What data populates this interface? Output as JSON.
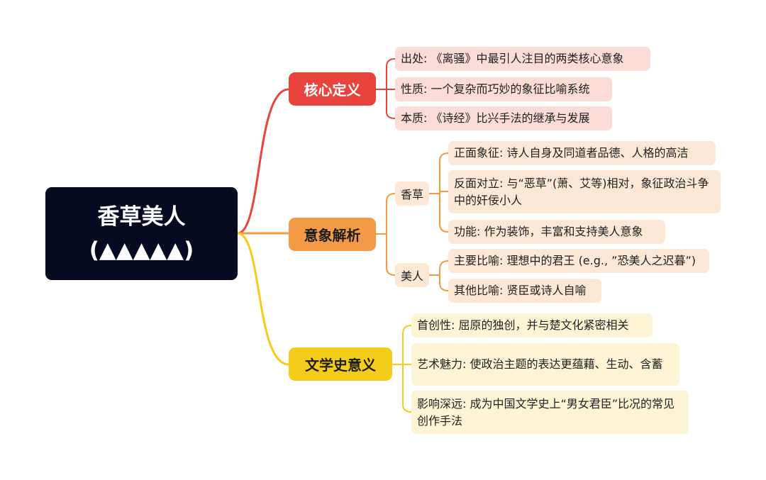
{
  "root": {
    "title": "香草美人",
    "rating": "(▲▲▲▲▲)"
  },
  "branches": [
    {
      "label": "核心定义",
      "color": "#e8443d",
      "items": [
        "出处: 《离骚》中最引人注目的两类核心意象",
        "性质: 一个复杂而巧妙的象征比喻系统",
        "本质: 《诗经》比兴手法的继承与发展"
      ]
    },
    {
      "label": "意象解析",
      "color": "#f29a46",
      "groups": [
        {
          "label": "香草",
          "items": [
            "正面象征: 诗人自身及同道者品德、人格的高洁",
            "反面对立: 与“恶草”(萧、艾等)相对，象征政治斗争中的奸佞小人",
            "功能: 作为装饰，丰富和支持美人意象"
          ]
        },
        {
          "label": "美人",
          "items": [
            "主要比喻: 理想中的君王 (e.g., ”恐美人之迟暮”)",
            "其他比喻: 贤臣或诗人自喻"
          ]
        }
      ]
    },
    {
      "label": "文学史意义",
      "color": "#f4cd1a",
      "items": [
        "首创性: 屈原的独创，并与楚文化紧密相关",
        "艺术魅力: 使政治主题的表达更蕴藉、生动、含蓄",
        "影响深远: 成为中国文学史上“男女君臣”比况的常见创作手法"
      ]
    }
  ]
}
